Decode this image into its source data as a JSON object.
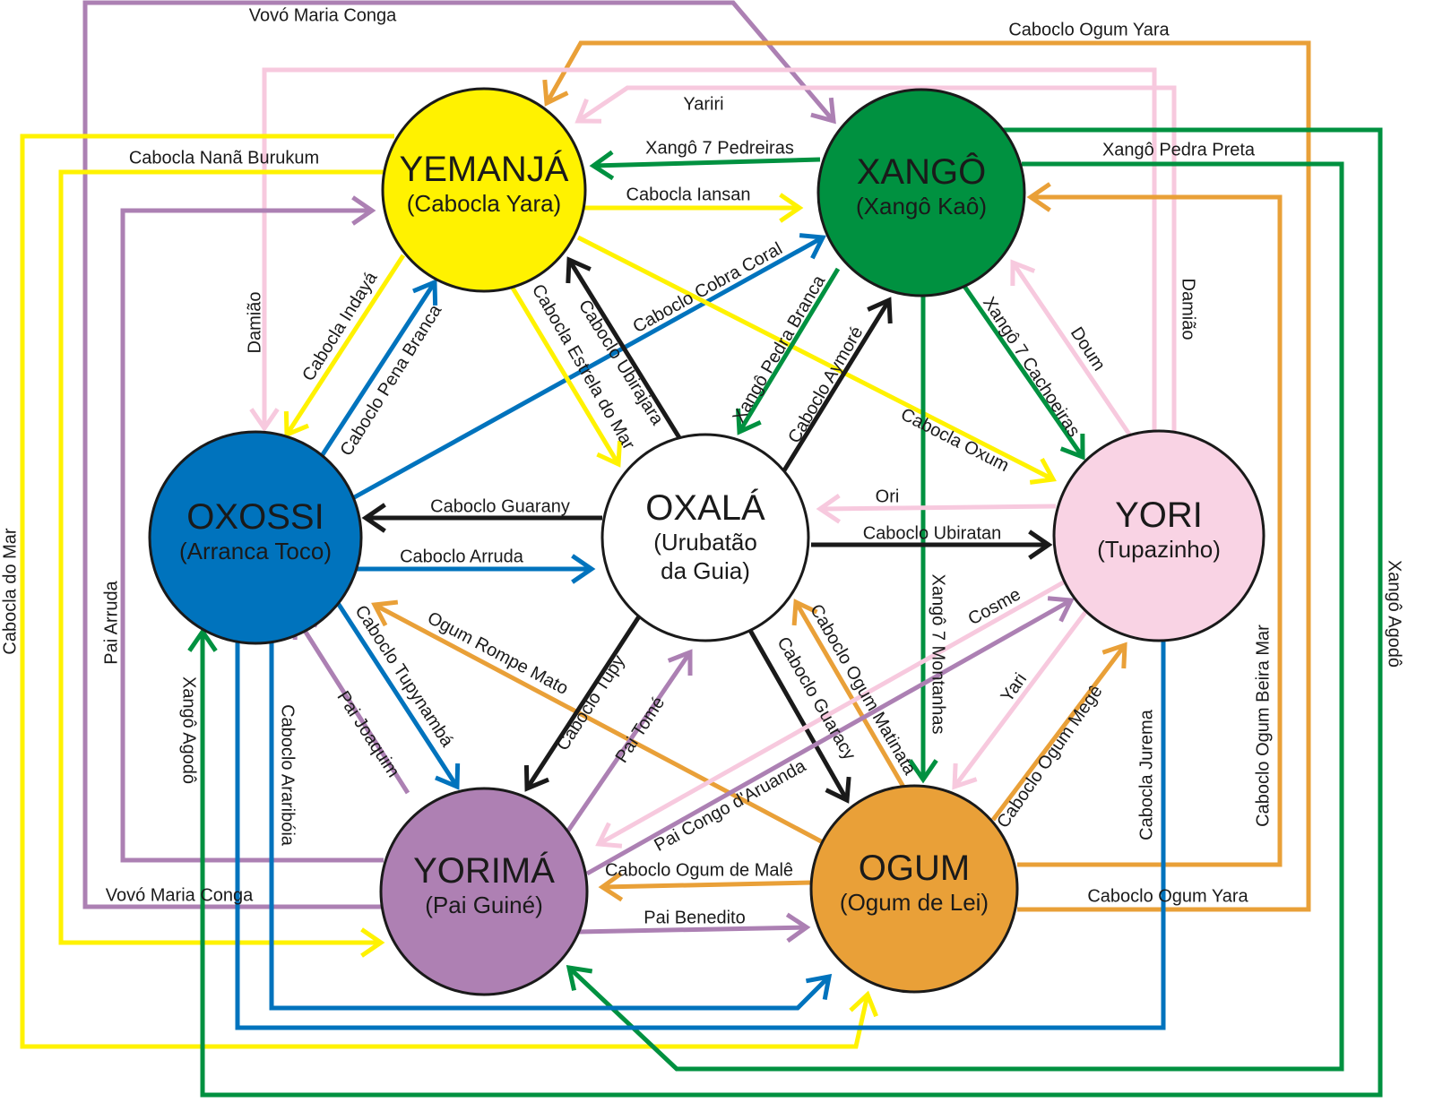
{
  "colors": {
    "yellow": "#fff200",
    "green": "#009140",
    "blue": "#0073bd",
    "pink": "#f7c9de",
    "purple": "#ac80b3",
    "orange": "#e9a038",
    "black": "#1a1a1a"
  },
  "nodes": [
    {
      "id": "yemanja",
      "title": "YEMANJÁ",
      "sub": [
        "(Cabocla Yara)"
      ],
      "fill": "#fff200",
      "text": "#1a1a1a"
    },
    {
      "id": "xango",
      "title": "XANGÔ",
      "sub": [
        "(Xangô Kaô)"
      ],
      "fill": "#009140",
      "text": "#1a1a1a"
    },
    {
      "id": "oxossi",
      "title": "OXOSSI",
      "sub": [
        "(Arranca Toco)"
      ],
      "fill": "#0073bd",
      "text": "#1a1a1a"
    },
    {
      "id": "oxala",
      "title": "OXALÁ",
      "sub": [
        "(Urubatão",
        "da Guia)"
      ],
      "fill": "#ffffff",
      "text": "#1a1a1a"
    },
    {
      "id": "yori",
      "title": "YORI",
      "sub": [
        "(Tupazinho)"
      ],
      "fill": "#f9d3e4",
      "text": "#1a1a1a"
    },
    {
      "id": "yorima",
      "title": "YORIMÁ",
      "sub": [
        "(Pai Guiné)"
      ],
      "fill": "#ae80b3",
      "text": "#1a1a1a"
    },
    {
      "id": "ogum",
      "title": "OGUM",
      "sub": [
        "(Ogum de Lei)"
      ],
      "fill": "#e9a038",
      "text": "#1a1a1a"
    }
  ],
  "edges": [
    {
      "from": "yorima",
      "to": "xango",
      "color": "purple",
      "labels": [
        "Vovó Maria Conga",
        "Vovó Maria Conga"
      ]
    },
    {
      "from": "ogum",
      "to": "yemanja",
      "color": "orange",
      "labels": [
        "Caboclo Ogum Yara",
        "Caboclo Ogum Yara"
      ]
    },
    {
      "from": "yori",
      "to": "yemanja",
      "color": "pink",
      "labels": [
        "Yariri"
      ]
    },
    {
      "from": "yori",
      "to": "oxossi",
      "color": "pink",
      "labels": [
        "Damião",
        "Damião"
      ]
    },
    {
      "from": "yemanja",
      "to": "yorima",
      "color": "yellow",
      "labels": [
        "Cabocla Nanã Burukum"
      ]
    },
    {
      "from": "yemanja",
      "to": "ogum",
      "color": "yellow",
      "labels": [
        "Cabocla do Mar"
      ]
    },
    {
      "from": "yorima",
      "to": "yemanja",
      "color": "purple",
      "labels": [
        "Pai Arruda"
      ]
    },
    {
      "from": "xango",
      "to": "oxossi",
      "color": "green",
      "labels": [
        "Xangô Agodô",
        "Xangô Agodô"
      ]
    },
    {
      "from": "xango",
      "to": "yorima",
      "color": "green",
      "labels": [
        "Xangô Pedra Preta"
      ]
    },
    {
      "from": "ogum",
      "to": "xango",
      "color": "orange",
      "labels": [
        "Caboclo Ogum Beira Mar"
      ]
    },
    {
      "from": "oxossi",
      "to": "yori",
      "color": "blue",
      "labels": [
        "Cabocla Jurema"
      ]
    },
    {
      "from": "oxossi",
      "to": "ogum",
      "color": "blue",
      "labels": [
        "Caboclo Araribóia"
      ]
    },
    {
      "from": "xango",
      "to": "yemanja",
      "color": "green",
      "labels": [
        "Xangô 7 Pedreiras"
      ]
    },
    {
      "from": "yemanja",
      "to": "xango",
      "color": "yellow",
      "labels": [
        "Cabocla Iansan"
      ]
    },
    {
      "from": "yemanja",
      "to": "oxossi",
      "color": "yellow",
      "labels": [
        "Cabocla Indayá"
      ]
    },
    {
      "from": "oxossi",
      "to": "yemanja",
      "color": "blue",
      "labels": [
        "Caboclo Pena Branca"
      ]
    },
    {
      "from": "oxossi",
      "to": "xango",
      "color": "blue",
      "labels": [
        "Caboclo Cobra Coral"
      ]
    },
    {
      "from": "yemanja",
      "to": "oxala",
      "color": "yellow",
      "labels": [
        "Cabocla Estrela do Mar"
      ]
    },
    {
      "from": "oxala",
      "to": "yemanja",
      "color": "black",
      "labels": [
        "Caboclo Ubirajara"
      ]
    },
    {
      "from": "yemanja",
      "to": "yori",
      "color": "yellow",
      "labels": [
        "Cabocla Oxum"
      ]
    },
    {
      "from": "xango",
      "to": "oxala",
      "color": "green",
      "labels": [
        "Xangô Pedra Branca"
      ]
    },
    {
      "from": "oxala",
      "to": "xango",
      "color": "black",
      "labels": [
        "Caboclo Aymoré"
      ]
    },
    {
      "from": "xango",
      "to": "yori",
      "color": "green",
      "labels": [
        "Xangô 7 Cachoeiras"
      ]
    },
    {
      "from": "yori",
      "to": "xango",
      "color": "pink",
      "labels": [
        "Doum"
      ]
    },
    {
      "from": "xango",
      "to": "ogum",
      "color": "green",
      "labels": [
        "Xangô 7 Montanhas"
      ]
    },
    {
      "from": "oxala",
      "to": "oxossi",
      "color": "black",
      "labels": [
        "Caboclo Guarany"
      ]
    },
    {
      "from": "oxossi",
      "to": "oxala",
      "color": "blue",
      "labels": [
        "Caboclo Arruda"
      ]
    },
    {
      "from": "yori",
      "to": "oxala",
      "color": "pink",
      "labels": [
        "Ori"
      ]
    },
    {
      "from": "oxala",
      "to": "yori",
      "color": "black",
      "labels": [
        "Caboclo Ubiratan"
      ]
    },
    {
      "from": "oxossi",
      "to": "yorima",
      "color": "blue",
      "labels": [
        "Caboclo Tupynambá"
      ]
    },
    {
      "from": "yorima",
      "to": "oxossi",
      "color": "purple",
      "labels": [
        "Pai Joaquim"
      ]
    },
    {
      "from": "ogum",
      "to": "oxossi",
      "color": "orange",
      "labels": [
        "Ogum Rompe Mato"
      ]
    },
    {
      "from": "oxala",
      "to": "yorima",
      "color": "black",
      "labels": [
        "Caboclo Tupy"
      ]
    },
    {
      "from": "yorima",
      "to": "oxala",
      "color": "purple",
      "labels": [
        "Pai Tomé"
      ]
    },
    {
      "from": "oxala",
      "to": "ogum",
      "color": "black",
      "labels": [
        "Caboclo Guaracy"
      ]
    },
    {
      "from": "ogum",
      "to": "oxala",
      "color": "orange",
      "labels": [
        "Caboclo Ogum Matinata"
      ]
    },
    {
      "from": "yori",
      "to": "yorima",
      "color": "pink",
      "labels": [
        "Cosme"
      ]
    },
    {
      "from": "yorima",
      "to": "yori",
      "color": "purple",
      "labels": [
        "Pai Congo d'Aruanda"
      ]
    },
    {
      "from": "yori",
      "to": "ogum",
      "color": "pink",
      "labels": [
        "Yari"
      ]
    },
    {
      "from": "ogum",
      "to": "yori",
      "color": "orange",
      "labels": [
        "Caboclo Ogum Megê"
      ]
    },
    {
      "from": "ogum",
      "to": "yorima",
      "color": "orange",
      "labels": [
        "Caboclo Ogum de Malê"
      ]
    },
    {
      "from": "yorima",
      "to": "ogum",
      "color": "purple",
      "labels": [
        "Pai Benedito"
      ]
    }
  ]
}
